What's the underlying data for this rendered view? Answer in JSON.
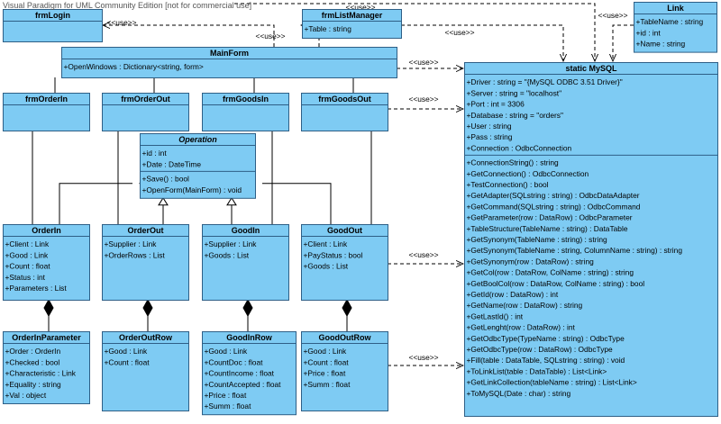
{
  "watermark": "Visual Paradigm for UML Community Edition [not for commercial use]",
  "colors": {
    "fill": "#7ecbf3",
    "stroke": "#2e5f86",
    "text": "#000000",
    "line": "#000000"
  },
  "classes": [
    {
      "id": "frmLogin",
      "name": "frmLogin",
      "attributes": [],
      "operations": []
    },
    {
      "id": "frmListManager",
      "name": "frmListManager",
      "attributes": [
        "+Table : string"
      ],
      "operations": []
    },
    {
      "id": "Link",
      "name": "Link",
      "attributes": [
        "+TableName : string",
        "+id : int",
        "+Name : string"
      ],
      "operations": []
    },
    {
      "id": "MainForm",
      "name": "MainForm",
      "attributes": [
        "+OpenWindows : Dictionary<string, form>"
      ],
      "operations": []
    },
    {
      "id": "frmOrderIn",
      "name": "frmOrderIn",
      "attributes": [],
      "operations": []
    },
    {
      "id": "frmOrderOut",
      "name": "frmOrderOut",
      "attributes": [],
      "operations": []
    },
    {
      "id": "frmGoodsIn",
      "name": "frmGoodsIn",
      "attributes": [],
      "operations": []
    },
    {
      "id": "frmGoodsOut",
      "name": "frmGoodsOut",
      "attributes": [],
      "operations": []
    },
    {
      "id": "Operation",
      "name": "Operation",
      "italic": true,
      "attributes": [
        "+id : int",
        "+Date : DateTime"
      ],
      "operations": [
        "+Save() : bool",
        "+OpenForm(MainForm) : void"
      ]
    },
    {
      "id": "OrderIn",
      "name": "OrderIn",
      "attributes": [
        "+Client : Link",
        "+Good : Link",
        "+Count : float",
        "+Status : int",
        "+Parameters : List"
      ],
      "operations": []
    },
    {
      "id": "OrderOut",
      "name": "OrderOut",
      "attributes": [
        "+Supplier : Link",
        "+OrderRows : List"
      ],
      "operations": []
    },
    {
      "id": "GoodIn",
      "name": "GoodIn",
      "attributes": [
        "+Supplier : Link",
        "+Goods : List"
      ],
      "operations": []
    },
    {
      "id": "GoodOut",
      "name": "GoodOut",
      "attributes": [
        "+Client : Link",
        "+PayStatus : bool",
        "+Goods : List"
      ],
      "operations": []
    },
    {
      "id": "OrderInParameter",
      "name": "OrderInParameter",
      "attributes": [
        "+Order : OrderIn",
        "+Checked : bool",
        "+Characteristic : Link",
        "+Equality : string",
        "+Val : object"
      ],
      "operations": []
    },
    {
      "id": "OrderOutRow",
      "name": "OrderOutRow",
      "attributes": [
        "+Good : Link",
        "+Count : float"
      ],
      "operations": []
    },
    {
      "id": "GoodInRow",
      "name": "GoodInRow",
      "attributes": [
        "+Good : Link",
        "+CountDoc : float",
        "+CountIncome : float",
        "+CountAccepted : float",
        "+Price : float",
        "+Summ : float"
      ],
      "operations": []
    },
    {
      "id": "GoodOutRow",
      "name": "GoodOutRow",
      "attributes": [
        "+Good : Link",
        "+Count : float",
        "+Price : float",
        "+Summ : float"
      ],
      "operations": []
    },
    {
      "id": "MySQL",
      "name": "static MySQL",
      "attributes": [
        "+Driver : string = \"{MySQL ODBC 3.51 Driver}\"",
        "+Server : string = \"localhost\"",
        "+Port : int = 3306",
        "+Database : string = \"orders\"",
        "+User : string",
        "+Pass : string",
        "+Connection : OdbcConnection"
      ],
      "operations": [
        "+ConnectionString() : string",
        "+GetConnection() : OdbcConnection",
        "+TestConnection() : bool",
        "+GetAdapter(SQLstring : string) : OdbcDataAdapter",
        "+GetCommand(SQLstring : string) : OdbcCommand",
        "+GetParameter(row : DataRow) : OdbcParameter",
        "+TableStructure(TableName : string) : DataTable",
        "+GetSynonym(TableName : string) : string",
        "+GetSynonym(TableName : string, ColumnName : string) : string",
        "+GetSynonym(row : DataRow) : string",
        "+GetCol(row : DataRow, ColName : string) : string",
        "+GetBoolCol(row : DataRow, ColName : string) : bool",
        "+GetId(row : DataRow) : int",
        "+GetName(row : DataRow) : string",
        "+GetLastId() : int",
        "+GetLenght(row : DataRow) : int",
        "+GetOdbcType(TypeName : string) : OdbcType",
        "+GetOdbcType(row : DataRow) : OdbcType",
        "+Fill(table : DataTable, SQLstring : string) : void",
        "+ToLinkList(table : DataTable) : List<Link>",
        "+GetLinkCollection(tableName : string) : List<Link>",
        "+ToMySQL(Date : char) : string"
      ]
    }
  ],
  "relations": [
    {
      "id": "r1",
      "type": "dependency",
      "label": "<<use>>"
    },
    {
      "id": "r2",
      "type": "dependency",
      "label": "<<use>>"
    },
    {
      "id": "r3",
      "type": "dependency",
      "label": "<<use>>"
    },
    {
      "id": "r4",
      "type": "dependency",
      "label": "<<use>>"
    },
    {
      "id": "r5",
      "type": "dependency",
      "label": "<<use>>"
    },
    {
      "id": "r6",
      "type": "dependency",
      "label": "<<use>>"
    },
    {
      "id": "r7",
      "type": "dependency",
      "label": "<<use>>"
    },
    {
      "id": "r8",
      "type": "dependency",
      "label": "<<use>>"
    },
    {
      "id": "g1",
      "type": "generalization",
      "label": ""
    },
    {
      "id": "g2",
      "type": "generalization",
      "label": ""
    },
    {
      "id": "g3",
      "type": "generalization",
      "label": ""
    },
    {
      "id": "g4",
      "type": "generalization",
      "label": ""
    },
    {
      "id": "c1",
      "type": "composition",
      "label": ""
    },
    {
      "id": "c2",
      "type": "composition",
      "label": ""
    },
    {
      "id": "c3",
      "type": "composition",
      "label": ""
    },
    {
      "id": "c4",
      "type": "composition",
      "label": ""
    }
  ]
}
